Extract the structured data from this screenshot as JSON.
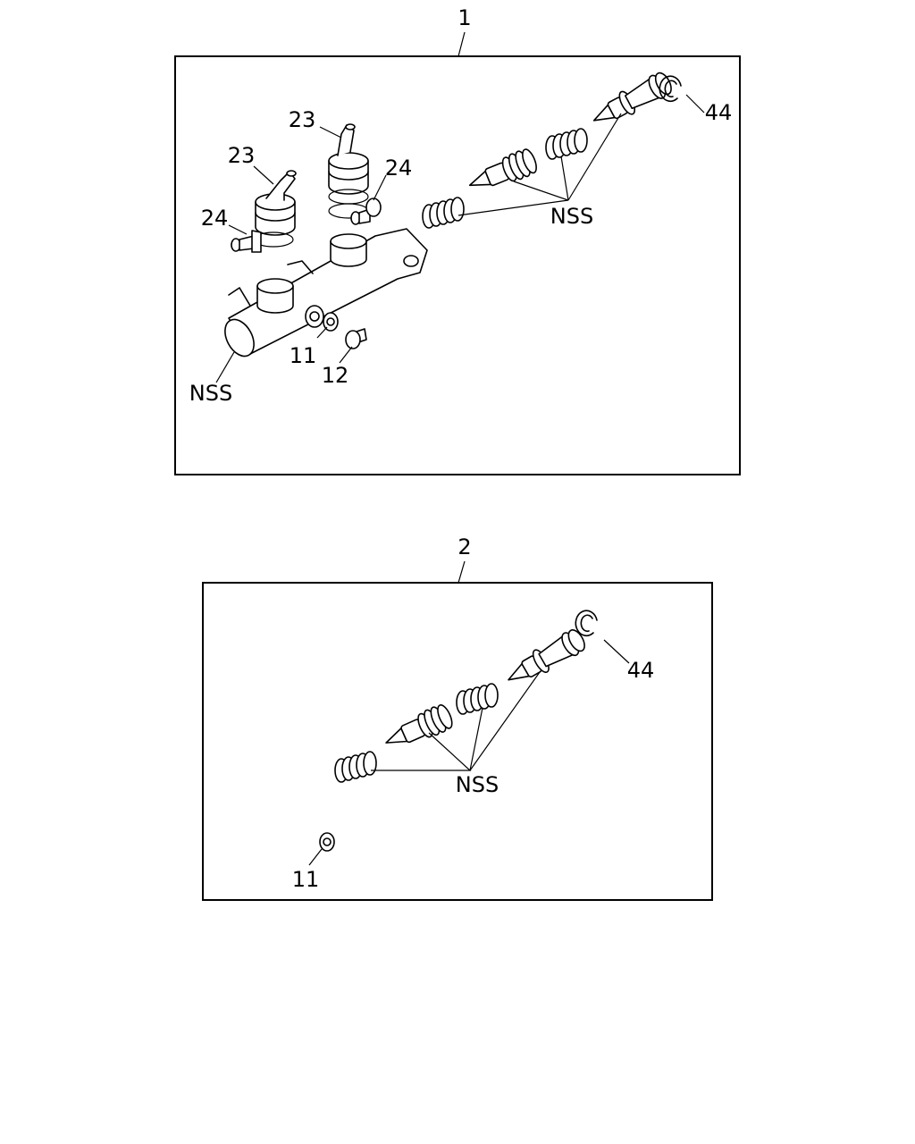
{
  "panels": [
    {
      "id": "panel-1",
      "number": "1",
      "labels": {
        "nss_body": "NSS",
        "nss_pistons": "NSS",
        "p11": "11",
        "p12": "12",
        "p23_left": "23",
        "p23_right": "23",
        "p24_left": "24",
        "p24_right": "24",
        "p44": "44"
      }
    },
    {
      "id": "panel-2",
      "number": "2",
      "labels": {
        "nss_pistons": "NSS",
        "p11": "11",
        "p44": "44"
      }
    }
  ]
}
